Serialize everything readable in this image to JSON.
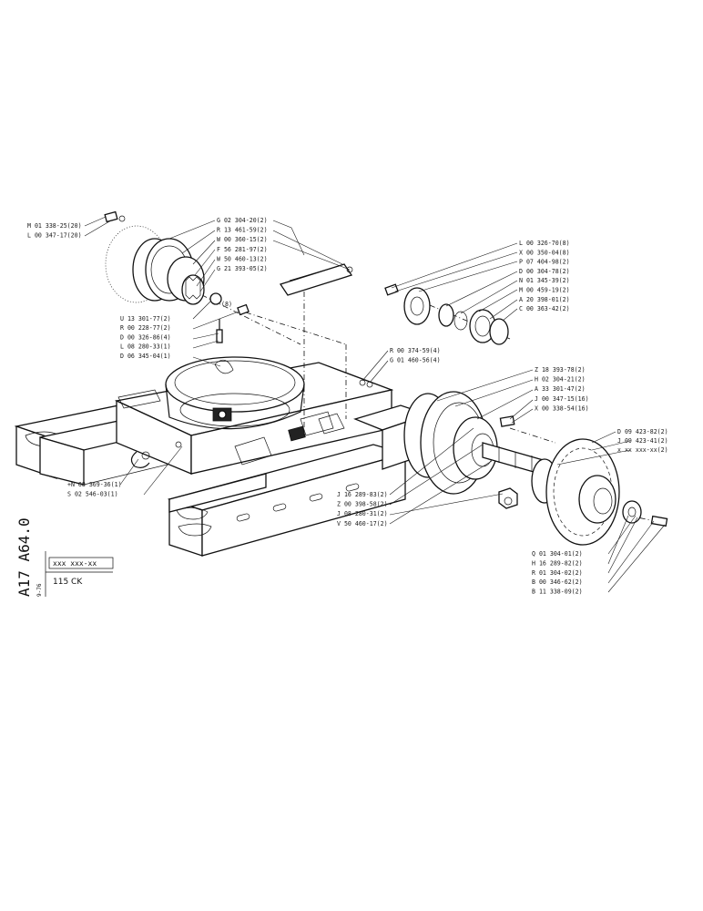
{
  "sheet": {
    "drawing_code": "A17 A64.0",
    "date": "9-76",
    "placeholder_number": "xxx xxx-xx",
    "model": "115 CK"
  },
  "callouts": {
    "upper_left": [
      "M 01 338-25(20)",
      "L 00 347-17(20)"
    ],
    "motor_right": [
      "G 02 304-20(2)",
      "R 13 461-59(2)",
      "W 00 360-15(2)",
      "F 56 281-97(2)",
      "W 50 460-13(2)",
      "G 21 393-05(2)"
    ],
    "motor_left": [
      "U 13 301-77(2)",
      "R 00 228-77(2)",
      "D 00 326-86(4)",
      "L 08 280-33(1)",
      "D 06 345-04(1)"
    ],
    "motor_small_tag": "(8)",
    "bearing_stack": [
      "L 00 326-70(8)",
      "X 00 350-04(8)",
      "P 07 404-98(2)",
      "D 00 304-78(2)",
      "N 01 345-39(2)",
      "M 00 459-19(2)",
      "A 20 398-01(2)",
      "C 00 363-42(2)"
    ],
    "middle_pair": [
      "R 00 374-59(4)",
      "G 01 460-56(4)"
    ],
    "gearbox_right": [
      "Z 18 393-78(2)",
      "H 02 304-21(2)",
      "A 33 301-47(2)",
      "J 00 347-15(16)",
      "X 00 338-54(16)"
    ],
    "sprocket_right": [
      "D 09 423-82(2)",
      "J 09 423-41(2)",
      "x xx xxx-xx(2)"
    ],
    "frame_left": [
      "+N 08 369-36(1)",
      "S 02 546-03(1)"
    ],
    "shaft_left": [
      "J 16 289-83(2)",
      "Z 00 398-58(2)",
      "J 08 280-31(2)",
      "V 50 460-17(2)"
    ],
    "hub_bottom": [
      "Q 01 304-01(2)",
      "H 16 289-82(2)",
      "R 01 304-02(2)",
      "B 00 346-62(2)",
      "B 11 338-09(2)"
    ]
  }
}
